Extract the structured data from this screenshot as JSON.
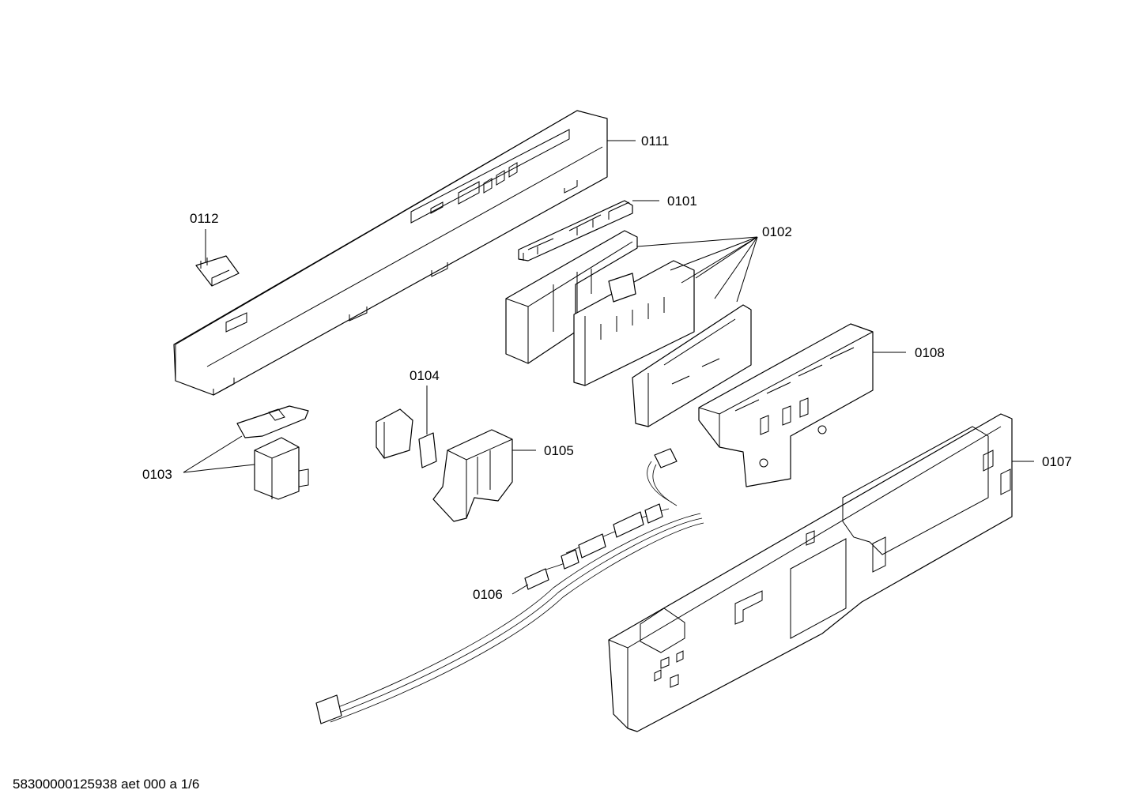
{
  "callouts": {
    "c0111": "0111",
    "c0101": "0101",
    "c0112": "0112",
    "c0102": "0102",
    "c0104": "0104",
    "c0108": "0108",
    "c0105": "0105",
    "c0103": "0103",
    "c0107": "0107",
    "c0106": "0106"
  },
  "footer": {
    "drawing_id": "58300000125938 aet 000 a 1/6"
  }
}
